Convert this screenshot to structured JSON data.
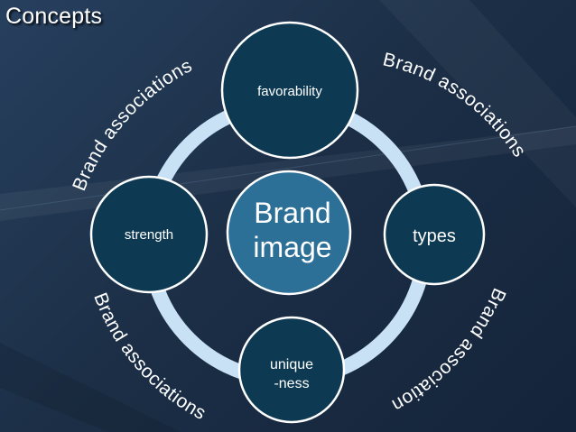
{
  "slide": {
    "title": "Concepts"
  },
  "diagram": {
    "center": {
      "lines": [
        "Brand",
        "image"
      ]
    },
    "nodes": [
      {
        "key": "favorability",
        "lines": [
          "favorability"
        ]
      },
      {
        "key": "types",
        "lines": [
          "types"
        ]
      },
      {
        "key": "uniqueness",
        "lines": [
          "unique",
          "-ness"
        ]
      },
      {
        "key": "strength",
        "lines": [
          "strength"
        ]
      }
    ],
    "arc_labels": [
      "Brand associations",
      "Brand associations",
      "Brand associations",
      "Brand associations"
    ]
  },
  "colors": {
    "node_fill": "#0d3a52",
    "center_fill": "#2c6f97",
    "ring": "#c9e1f5",
    "node_stroke": "#ffffff",
    "text": "#ffffff"
  }
}
